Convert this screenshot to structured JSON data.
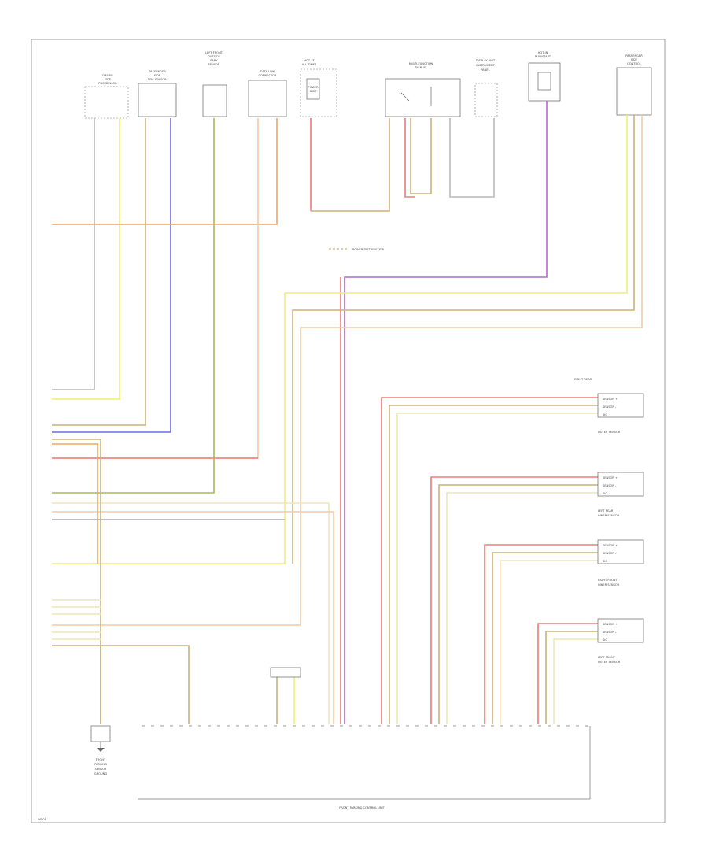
{
  "diagram": {
    "footer_code": "WD01",
    "module_title": "FRONT PARKING CONTROL UNIT",
    "colors": {
      "gray": "#b9b9b9",
      "yellow": "#f2ee6a",
      "tan": "#cdb27a",
      "blue": "#6a6ae8",
      "olive": "#a8be4a",
      "orange": "#f1a85a",
      "red": "#f07a7a",
      "green": "#7fcf7f",
      "purple": "#b06ad0",
      "cream": "#efe6b8",
      "peach": "#f4c9a6",
      "slate": "#a9a9b9",
      "line": "#666666"
    },
    "top_components": [
      {
        "id": "c1",
        "lines": [
          "DRIVER",
          "SIDE",
          "PDC SENSOR"
        ]
      },
      {
        "id": "c2",
        "lines": [
          "PASSENGER",
          "SIDE",
          "PDC SENSOR"
        ]
      },
      {
        "id": "c3",
        "lines": [
          "LEFT FRONT",
          "OUTSIDE",
          "PARK",
          "SENSOR"
        ]
      },
      {
        "id": "c4",
        "lines": [
          "DATA LINK",
          "CONNECTOR"
        ]
      },
      {
        "id": "c5",
        "lines": [
          "HOT AT",
          "ALL TIMES"
        ]
      },
      {
        "id": "c6",
        "lines": [
          "MULTI-FUNCTION",
          "DISPLAY"
        ]
      },
      {
        "id": "c7",
        "lines": [
          "DISPLAY UNIT",
          "INSTRUMENT",
          "PANEL"
        ]
      },
      {
        "id": "c8",
        "lines": [
          "HOT IN",
          "RUN/START"
        ]
      },
      {
        "id": "c9",
        "lines": [
          "PASSENGER",
          "SIDE",
          "CONTROL"
        ]
      }
    ],
    "power_note": "POWER DISTRIBUTION",
    "right_sensors": [
      {
        "title": "RIGHT REAR",
        "sub": "OUTER SENSOR",
        "pins": [
          "SENSOR +",
          "SENSOR -",
          "SIG"
        ]
      },
      {
        "title": "LEFT REAR",
        "sub": "INNER SENSOR",
        "pins": [
          "SENSOR +",
          "SENSOR -",
          "SIG"
        ]
      },
      {
        "title": "RIGHT FRONT",
        "sub": "INNER SENSOR",
        "pins": [
          "SENSOR +",
          "SENSOR -",
          "SIG"
        ]
      },
      {
        "title": "LEFT FRONT",
        "sub": "OUTER SENSOR",
        "pins": [
          "SENSOR +",
          "SENSOR -",
          "SIG"
        ]
      }
    ],
    "ground_label": [
      "FRONT",
      "PARKING",
      "SENSOR",
      "GROUND"
    ],
    "fuse_label": [
      "POWER",
      "DIST"
    ]
  }
}
